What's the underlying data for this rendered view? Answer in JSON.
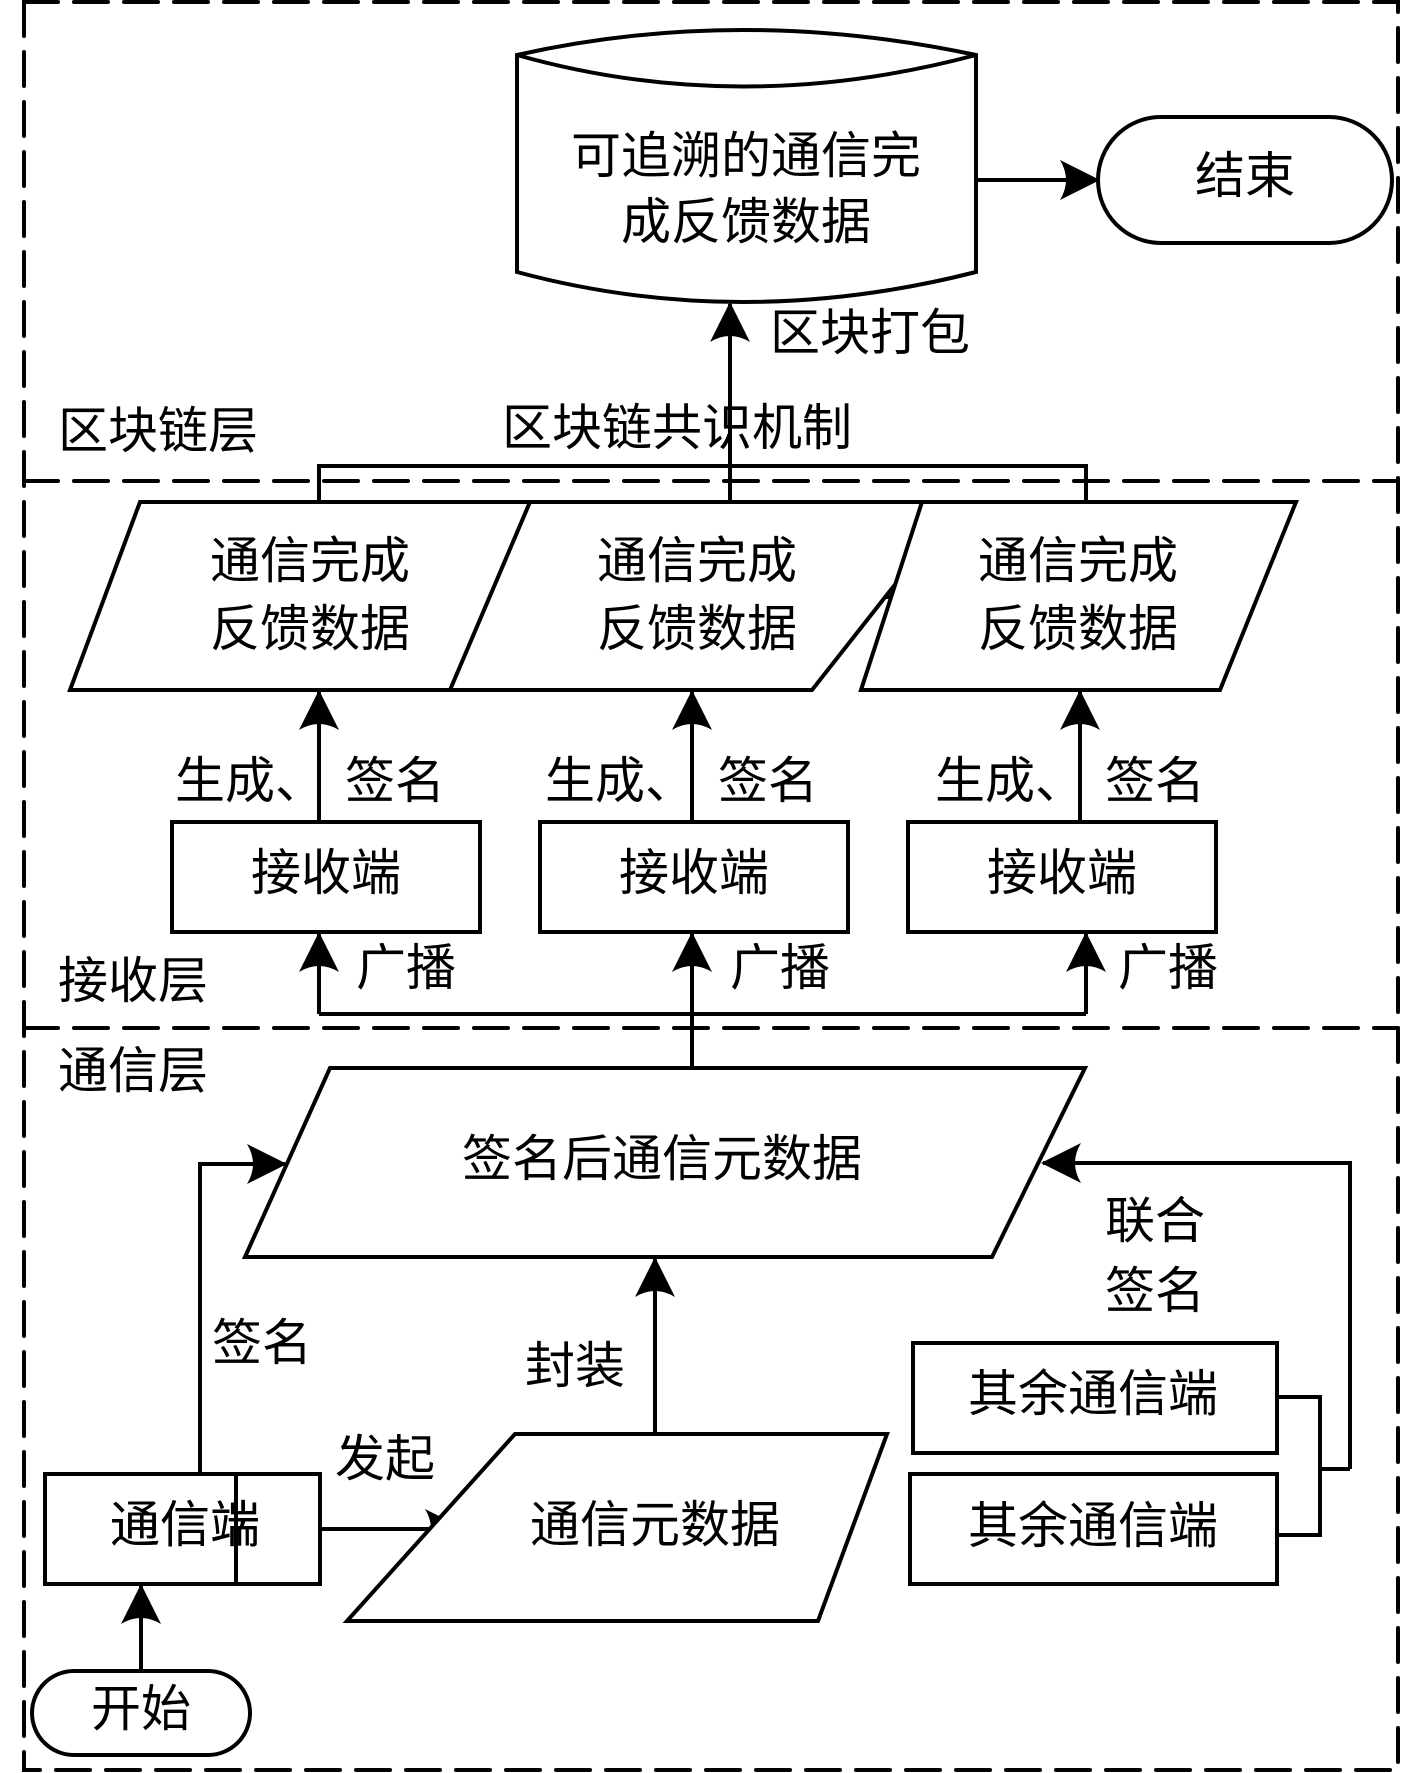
{
  "layers": {
    "blockchain": "区块链层",
    "receiver": "接收层",
    "communication": "通信层"
  },
  "nodes": {
    "traceable_db": [
      "可追溯的通信完",
      "成反馈数据"
    ],
    "end": "结束",
    "feedback": [
      [
        "通信完成",
        "反馈数据"
      ],
      [
        "通信完成",
        "反馈数据"
      ],
      [
        "通信完成",
        "反馈数据"
      ]
    ],
    "receivers": [
      "接收端",
      "接收端",
      "接收端"
    ],
    "signed_meta": "签名后通信元数据",
    "other_terminals": [
      "其余通信端",
      "其余通信端"
    ],
    "comm_terminal": "通信端",
    "meta": "通信元数据",
    "start": "开始"
  },
  "edges": {
    "block_pack": "区块打包",
    "consensus": "区块链共识机制",
    "gen_sign": [
      "生成、",
      "签名"
    ],
    "broadcast": "广播",
    "joint_sign": [
      "联合",
      "签名"
    ],
    "sign": "签名",
    "encapsulate": "封装",
    "initiate": "发起"
  }
}
